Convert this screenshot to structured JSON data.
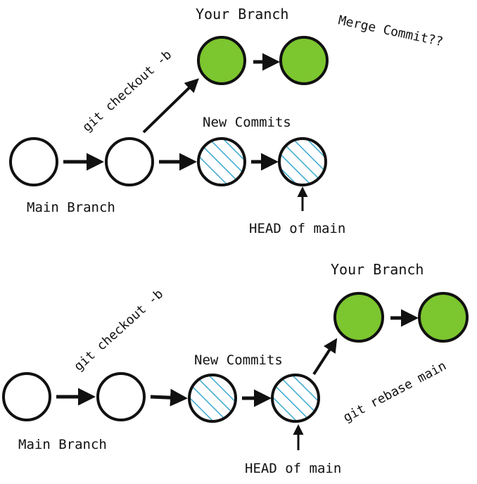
{
  "colors": {
    "ink": "#111111",
    "branch_fill": "#7cc62f",
    "hatch": "#3aa9cf",
    "background": "#ffffff"
  },
  "top": {
    "your_branch": "Your Branch",
    "merge_commit": "Merge Commit??",
    "git_checkout": "git checkout -b",
    "new_commits": "New Commits",
    "main_branch": "Main Branch",
    "head_of_main": "HEAD of main"
  },
  "bottom": {
    "your_branch": "Your Branch",
    "git_checkout": "git checkout -b",
    "new_commits": "New Commits",
    "git_rebase": "git rebase main",
    "main_branch": "Main Branch",
    "head_of_main": "HEAD of main"
  }
}
